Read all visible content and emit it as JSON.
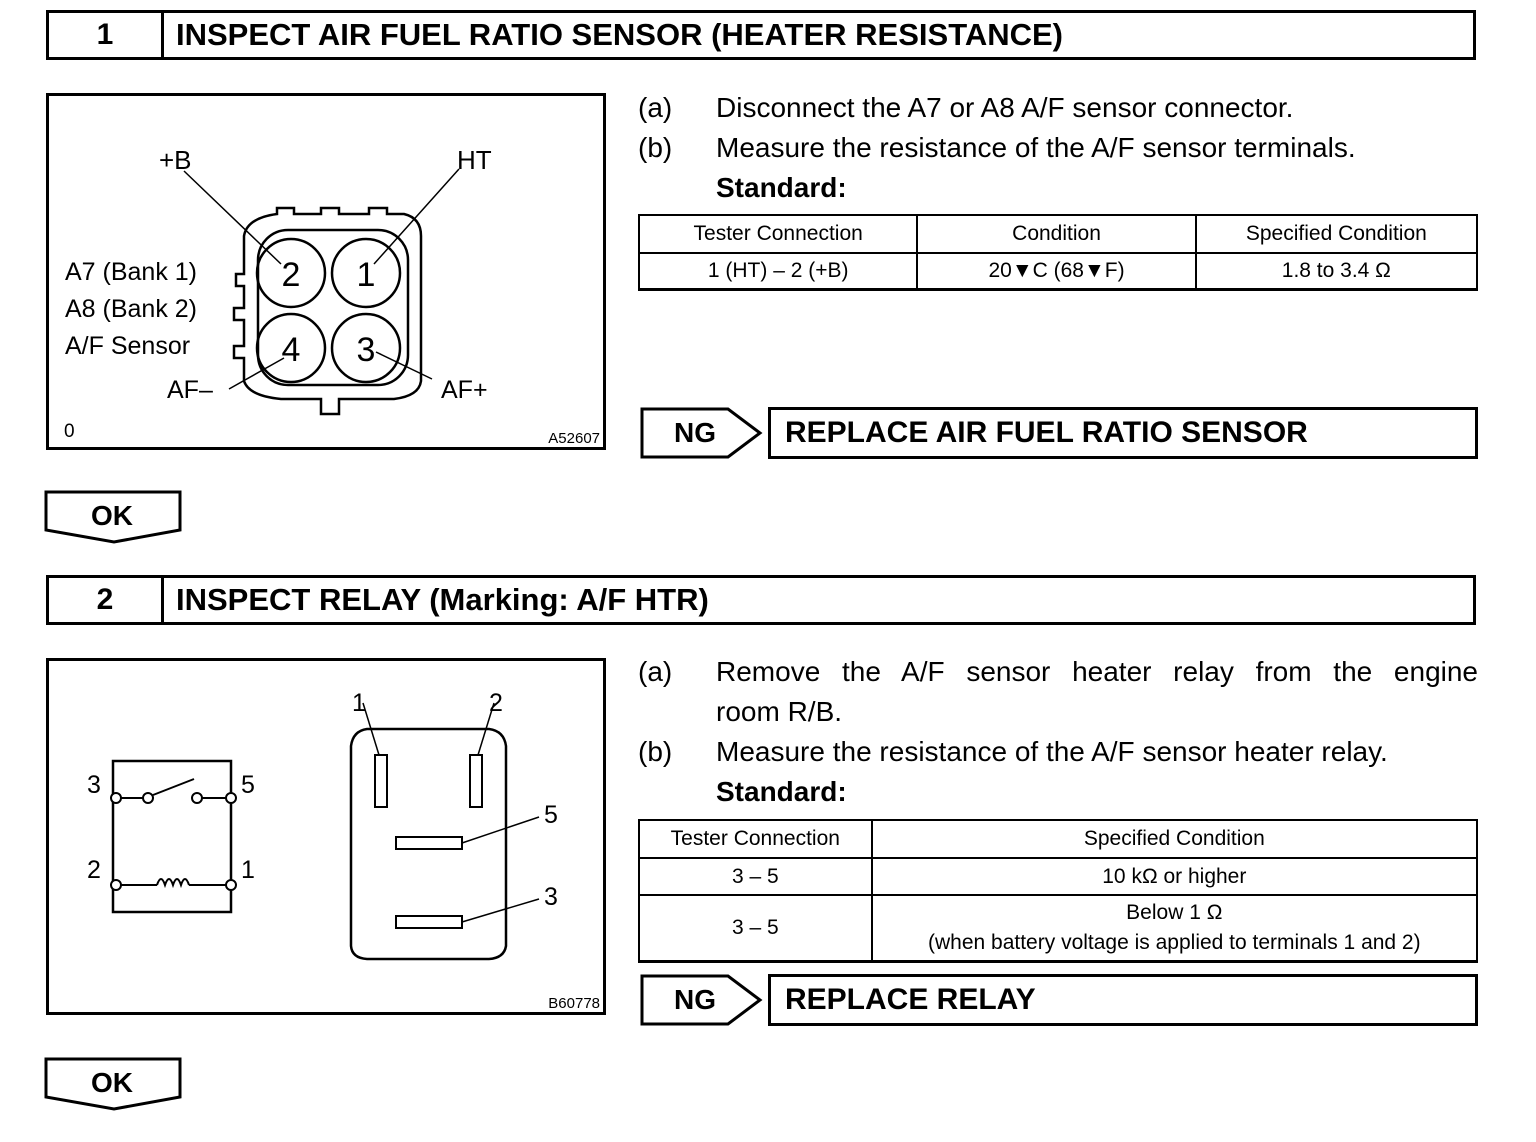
{
  "step1": {
    "number": "1",
    "title": "INSPECT AIR FUEL RATIO SENSOR (HEATER RESISTANCE)",
    "figure": {
      "label_b": "+B",
      "label_ht": "HT",
      "sensor_line1": "A7 (Bank 1)",
      "sensor_line2": "A8 (Bank 2)",
      "sensor_line3": "A/F Sensor",
      "pin2": "2",
      "pin1": "1",
      "pin4": "4",
      "pin3": "3",
      "label_afminus": "AF–",
      "label_afplus": "AF+",
      "corner_mark": "0",
      "figure_code": "A52607"
    },
    "instructions": [
      {
        "letter": "(a)",
        "text": "Disconnect the A7 or A8 A/F sensor connector."
      },
      {
        "letter": "(b)",
        "text": "Measure the resistance of the A/F sensor terminals."
      }
    ],
    "standard_label": "Standard:",
    "table": {
      "headers": [
        "Tester Connection",
        "Condition",
        "Specified Condition"
      ],
      "rows": [
        [
          "1 (HT) – 2 (+B)",
          "20▼C (68▼F)",
          "1.8 to 3.4 Ω"
        ]
      ]
    },
    "ng_label": "NG",
    "ng_action": "REPLACE AIR FUEL RATIO SENSOR",
    "ok_label": "OK"
  },
  "step2": {
    "number": "2",
    "title": "INSPECT RELAY (Marking: A/F HTR)",
    "figure": {
      "sch_3": "3",
      "sch_5": "5",
      "sch_2": "2",
      "sch_1": "1",
      "relay_1": "1",
      "relay_2": "2",
      "relay_5": "5",
      "relay_3": "3",
      "figure_code": "B60778"
    },
    "instructions": [
      {
        "letter": "(a)",
        "line1": "Remove the A/F sensor heater relay from the engine",
        "line2": "room R/B."
      },
      {
        "letter": "(b)",
        "text": "Measure the resistance of the A/F sensor heater relay."
      }
    ],
    "standard_label": "Standard:",
    "table": {
      "headers": [
        "Tester Connection",
        "Specified Condition"
      ],
      "rows": [
        {
          "conn": "3 – 5",
          "spec1": "10 kΩ or higher",
          "spec2": ""
        },
        {
          "conn": "3 – 5",
          "spec1": "Below 1 Ω",
          "spec2": "(when battery voltage is applied to terminals 1 and 2)"
        }
      ]
    },
    "ng_label": "NG",
    "ng_action": "REPLACE RELAY",
    "ok_label": "OK"
  }
}
